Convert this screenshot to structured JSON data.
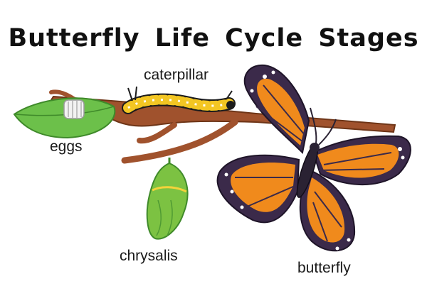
{
  "title": "Butterfly Life Cycle Stages",
  "stages": {
    "eggs": "eggs",
    "caterpillar": "caterpillar",
    "chrysalis": "chrysalis",
    "butterfly": "butterfly"
  },
  "colors": {
    "branch": "#a0522d",
    "leaf": "#6cc04a",
    "chrysalis": "#7cc242",
    "wing_orange": "#f08a1c",
    "wing_border": "#3b2a4a",
    "caterpillar_yellow": "#f3c623"
  }
}
